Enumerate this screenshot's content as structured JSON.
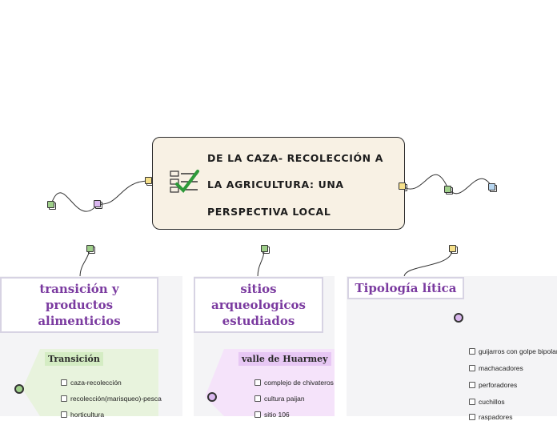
{
  "central": {
    "lines": [
      "DE LA CAZA- RECOLECCIÓN A",
      "LA AGRICULTURA: UNA",
      "PERSPECTIVA LOCAL"
    ],
    "icon": "checklist-icon"
  },
  "branches": [
    {
      "title_lines": [
        "transición y",
        "productos",
        "alimenticios"
      ],
      "sublabel": "Transición",
      "items": [
        "caza-recolección",
        "recolección(marisqueo)-pesca",
        "horticultura"
      ]
    },
    {
      "title_lines": [
        "sitios",
        "arqueologicos",
        "estudiados"
      ],
      "sublabel": "valle de Huarmey",
      "items": [
        "complejo de chivateros",
        "cultura paijan",
        "sitio 106"
      ]
    },
    {
      "title_lines": [
        "Tipología lítica"
      ],
      "items": [
        "guijarros con golpe bipolar",
        "machacadores",
        "perforadores",
        "cuchillos",
        "raspadores"
      ]
    }
  ],
  "colors": {
    "title": "#7b3ba0",
    "green_node": "#9fcf8a",
    "purple_node": "#d9b6ee",
    "yellow_node": "#f6e08a",
    "blue_node": "#b7d6f0",
    "green_bg": "#e8f3dd",
    "purple_bg": "#f5e3fa",
    "central_bg": "#f8f1e4"
  }
}
